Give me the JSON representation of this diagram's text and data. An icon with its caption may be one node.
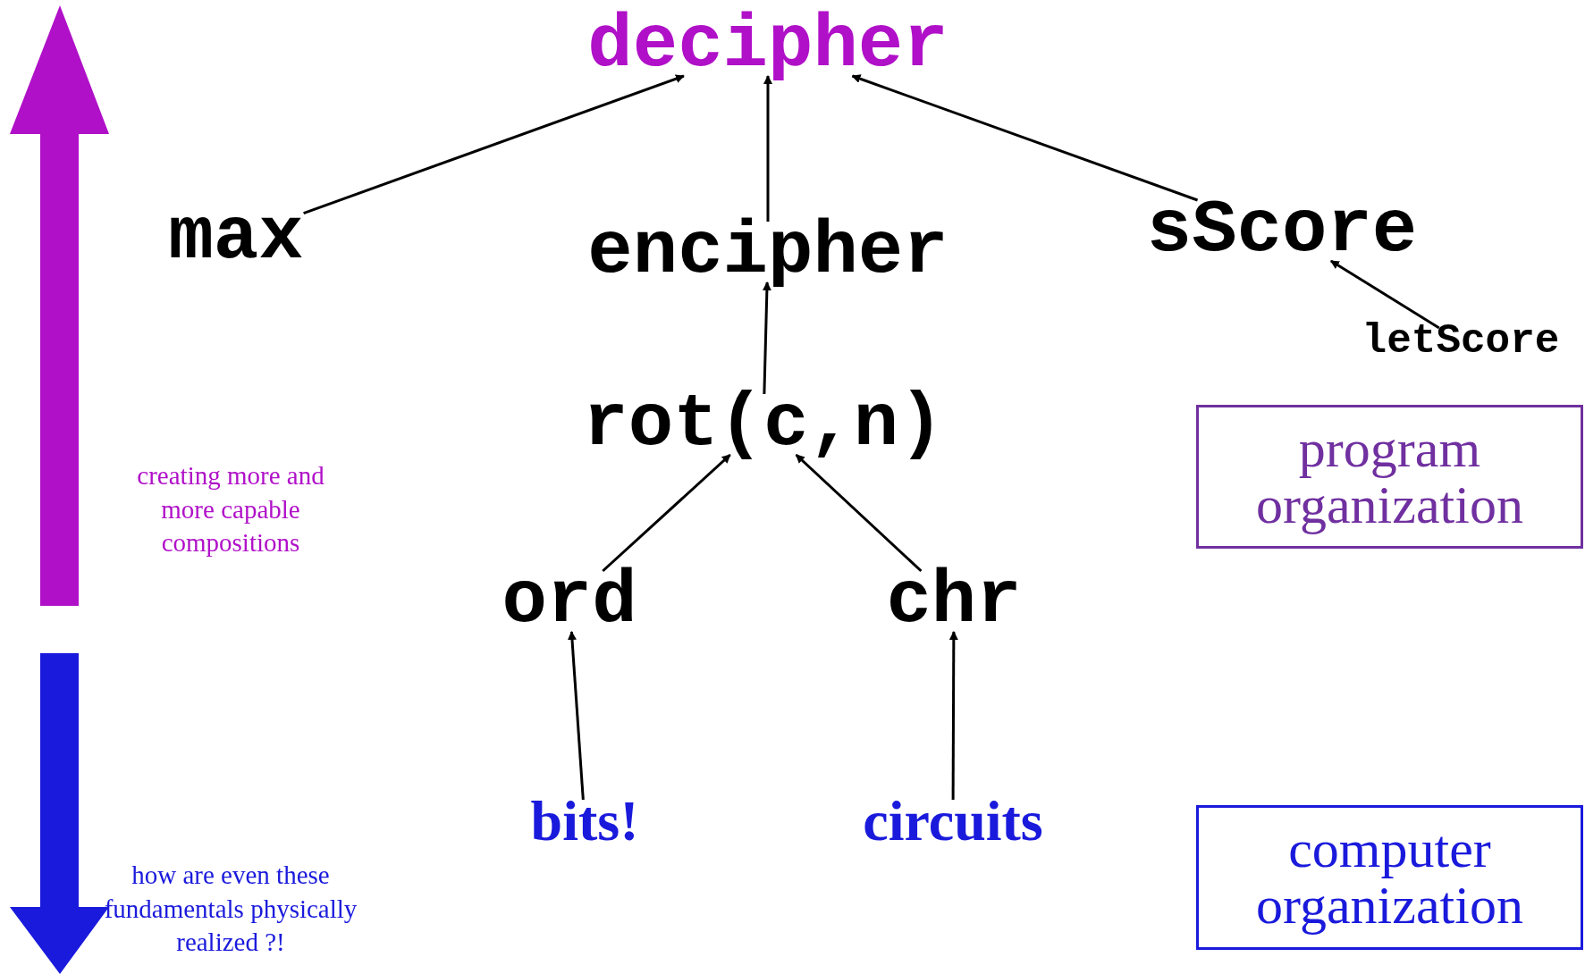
{
  "diagram": {
    "nodes": [
      {
        "text": [
          "decipher"
        ]
      },
      {
        "text": [
          "max"
        ]
      },
      {
        "text": [
          "encipher"
        ]
      },
      {
        "text": [
          "sScore"
        ]
      },
      {
        "text": [
          "letScore"
        ]
      },
      {
        "text": [
          "rot(c,n)"
        ]
      },
      {
        "text": [
          "ord"
        ]
      },
      {
        "text": [
          "chr"
        ]
      },
      {
        "text": [
          "bits!"
        ]
      },
      {
        "text": [
          "circuits"
        ]
      },
      {
        "text": [
          "program organization"
        ]
      },
      {
        "text": [
          "computer organization"
        ]
      }
    ],
    "edges": [
      {
        "from": 1,
        "to": 0,
        "arrow": "to"
      },
      {
        "from": 2,
        "to": 0,
        "arrow": "to"
      },
      {
        "from": 3,
        "to": 0,
        "arrow": "to"
      },
      {
        "from": 4,
        "to": 3,
        "arrow": "to"
      },
      {
        "from": 5,
        "to": 2,
        "arrow": "to"
      },
      {
        "from": 6,
        "to": 5,
        "arrow": "to"
      },
      {
        "from": 7,
        "to": 5,
        "arrow": "to"
      },
      {
        "from": 8,
        "to": 6,
        "arrow": "to"
      },
      {
        "from": 9,
        "to": 7,
        "arrow": "to"
      }
    ],
    "labels": [
      "creating more and more capable compositions",
      "how are even these fundamentals physically realized ?!"
    ]
  }
}
